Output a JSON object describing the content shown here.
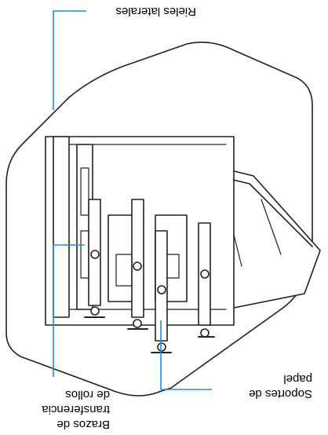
{
  "labels": {
    "rails": "Rieles laterales",
    "transfer_line1": "Brazos de",
    "transfer_line2": "transferencia",
    "transfer_line3": "de rollos",
    "supports_line1": "Soportes de",
    "supports_line2": "papel"
  },
  "colors": {
    "callout": "#1f8fd6",
    "line": "#222222",
    "fill": "#ffffff"
  }
}
